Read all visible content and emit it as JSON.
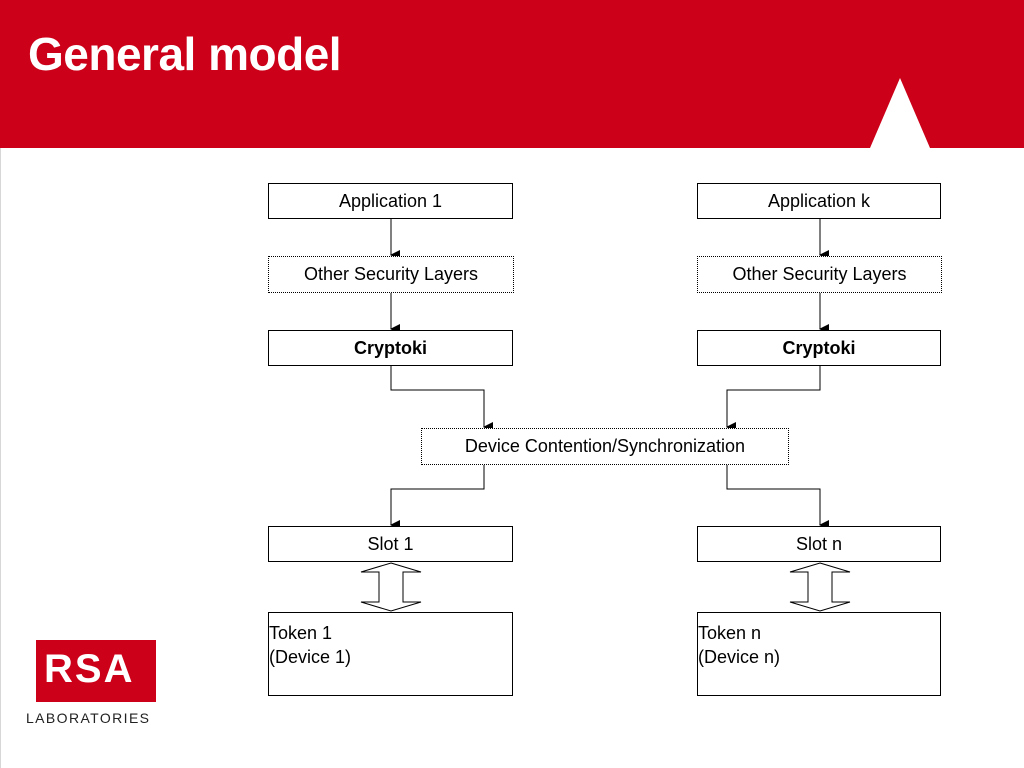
{
  "title": "General model",
  "colors": {
    "brand_red": "#cc0018"
  },
  "diagram": {
    "left_column": {
      "application": "Application 1",
      "security_layers": "Other Security Layers",
      "cryptoki": "Cryptoki",
      "slot": "Slot 1",
      "token_line1": "Token 1",
      "token_line2": "(Device 1)"
    },
    "right_column": {
      "application": "Application k",
      "security_layers": "Other Security Layers",
      "cryptoki": "Cryptoki",
      "slot": "Slot n",
      "token_line1": "Token n",
      "token_line2": "(Device n)"
    },
    "center": "Device Contention/Synchronization"
  },
  "logo": {
    "mark": "RSA",
    "subtitle": "LABORATORIES"
  }
}
